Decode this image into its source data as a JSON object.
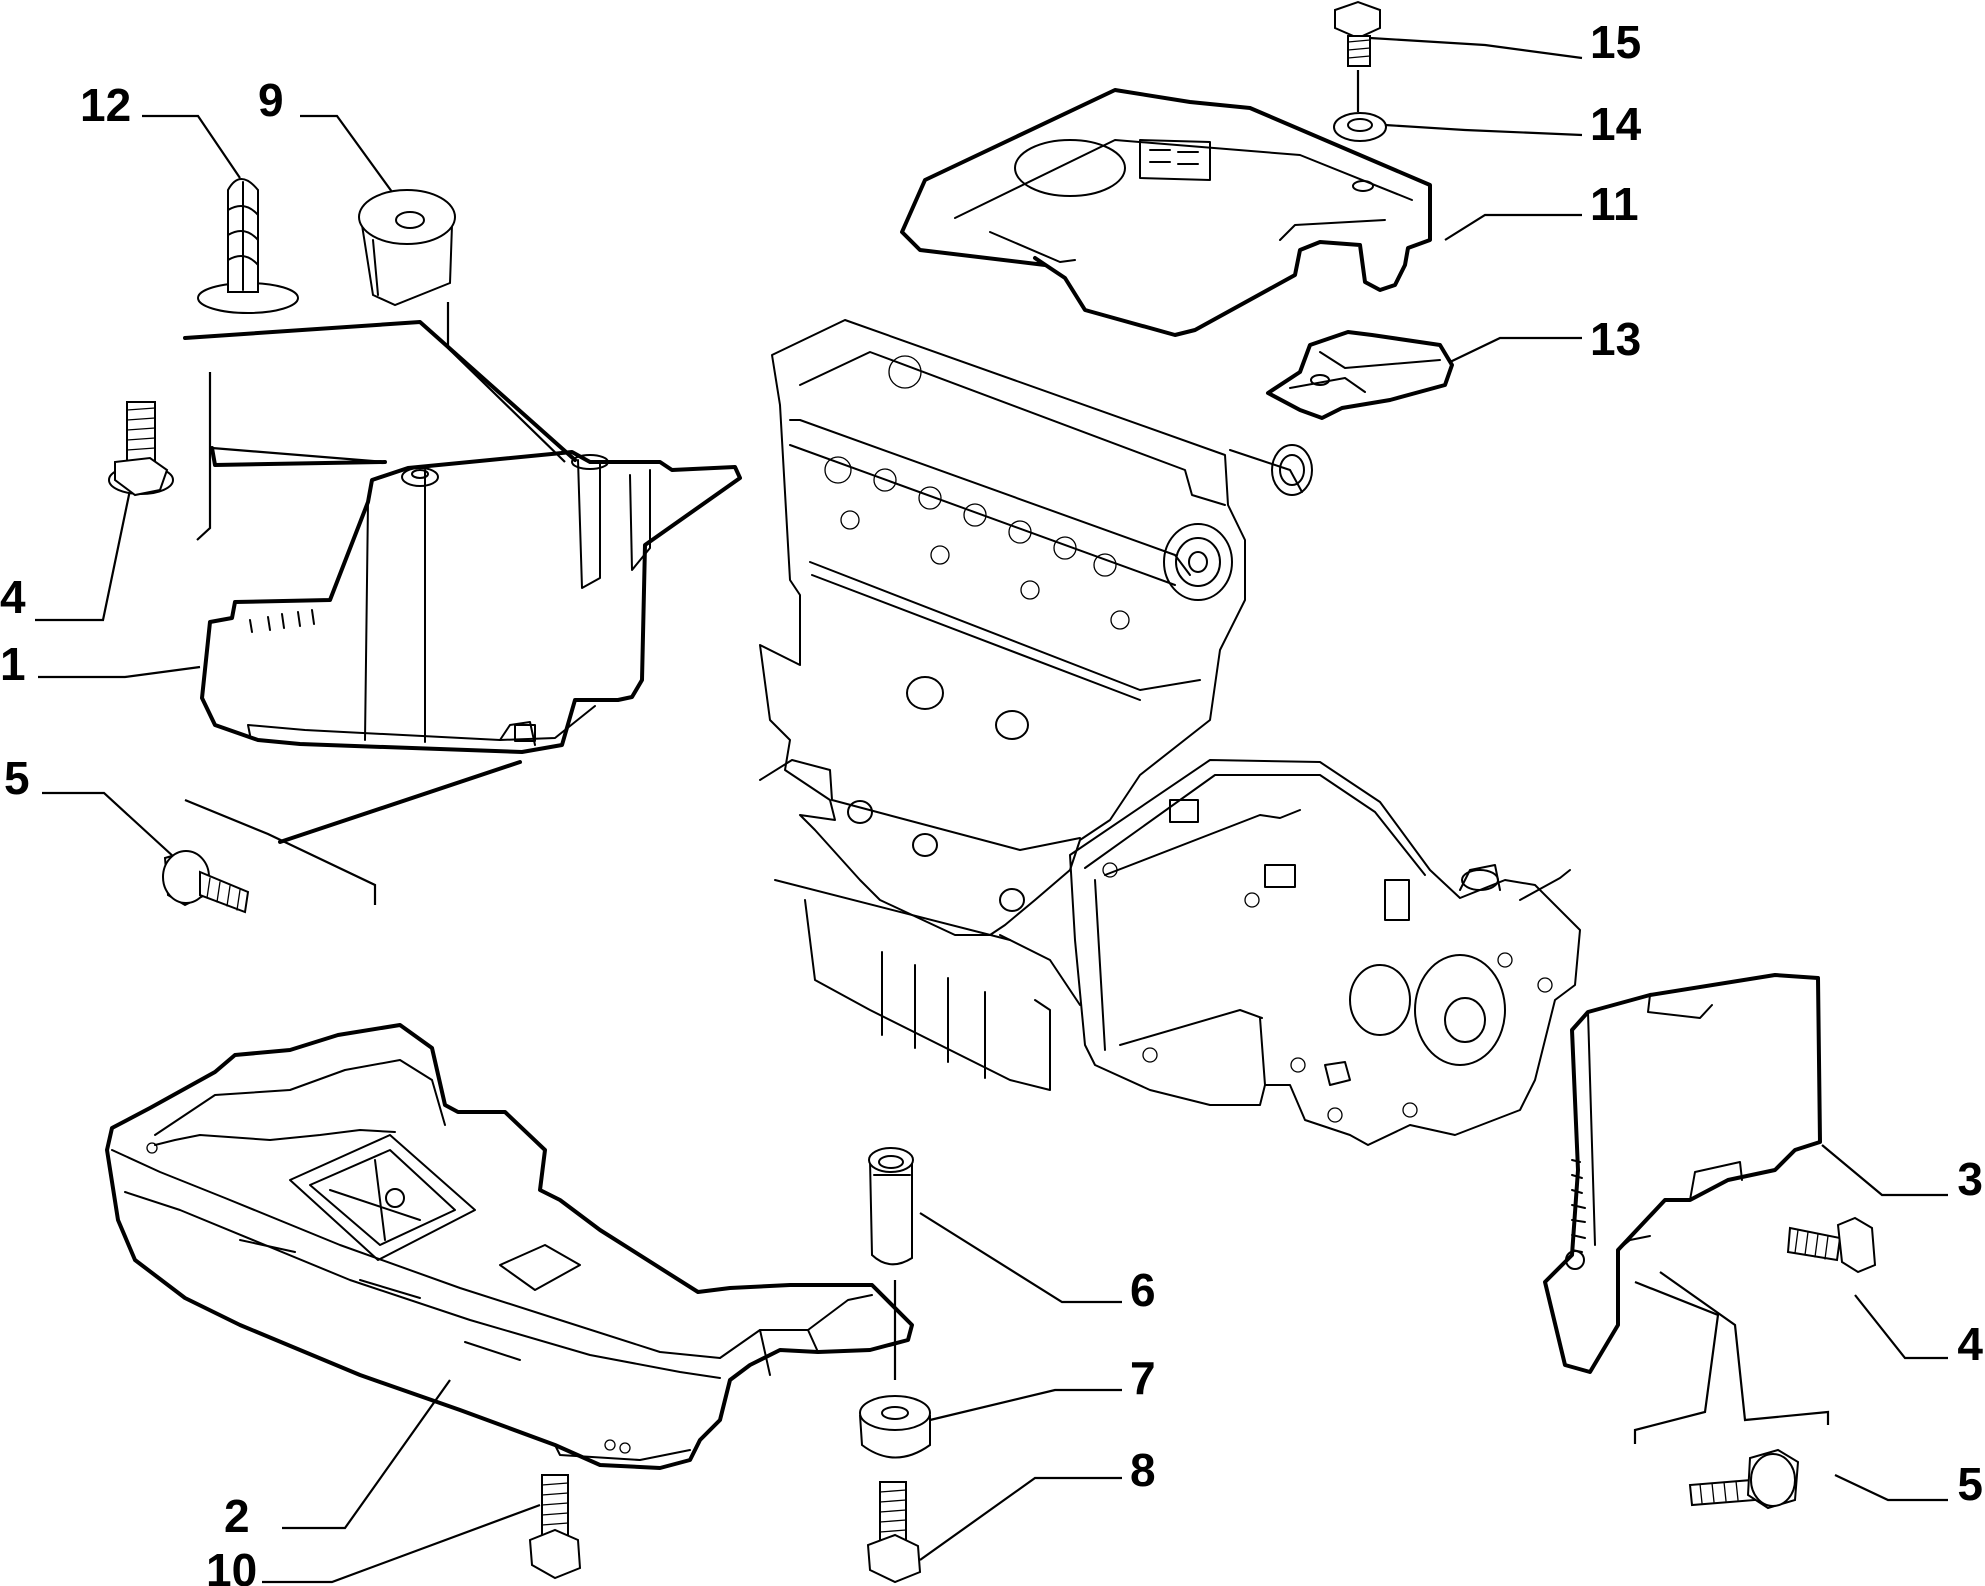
{
  "callouts": [
    {
      "id": "c12",
      "label": "12",
      "part": "push-in-rivet"
    },
    {
      "id": "c9",
      "label": "9",
      "part": "grommet-nut"
    },
    {
      "id": "c15",
      "label": "15",
      "part": "bolt"
    },
    {
      "id": "c14",
      "label": "14",
      "part": "washer"
    },
    {
      "id": "c11",
      "label": "11",
      "part": "engine-top-cover"
    },
    {
      "id": "c13",
      "label": "13",
      "part": "cover-bracket"
    },
    {
      "id": "c4a",
      "label": "4",
      "part": "flange-bolt"
    },
    {
      "id": "c1",
      "label": "1",
      "part": "left-splash-shield"
    },
    {
      "id": "c5a",
      "label": "5",
      "part": "screw"
    },
    {
      "id": "c3",
      "label": "3",
      "part": "right-splash-shield"
    },
    {
      "id": "c6",
      "label": "6",
      "part": "spacer-bushing"
    },
    {
      "id": "c4b",
      "label": "4",
      "part": "flange-bolt"
    },
    {
      "id": "c7",
      "label": "7",
      "part": "rubber-washer"
    },
    {
      "id": "c8",
      "label": "8",
      "part": "bolt"
    },
    {
      "id": "c5b",
      "label": "5",
      "part": "screw"
    },
    {
      "id": "c2",
      "label": "2",
      "part": "under-engine-guard"
    },
    {
      "id": "c10",
      "label": "10",
      "part": "flange-bolt"
    }
  ]
}
